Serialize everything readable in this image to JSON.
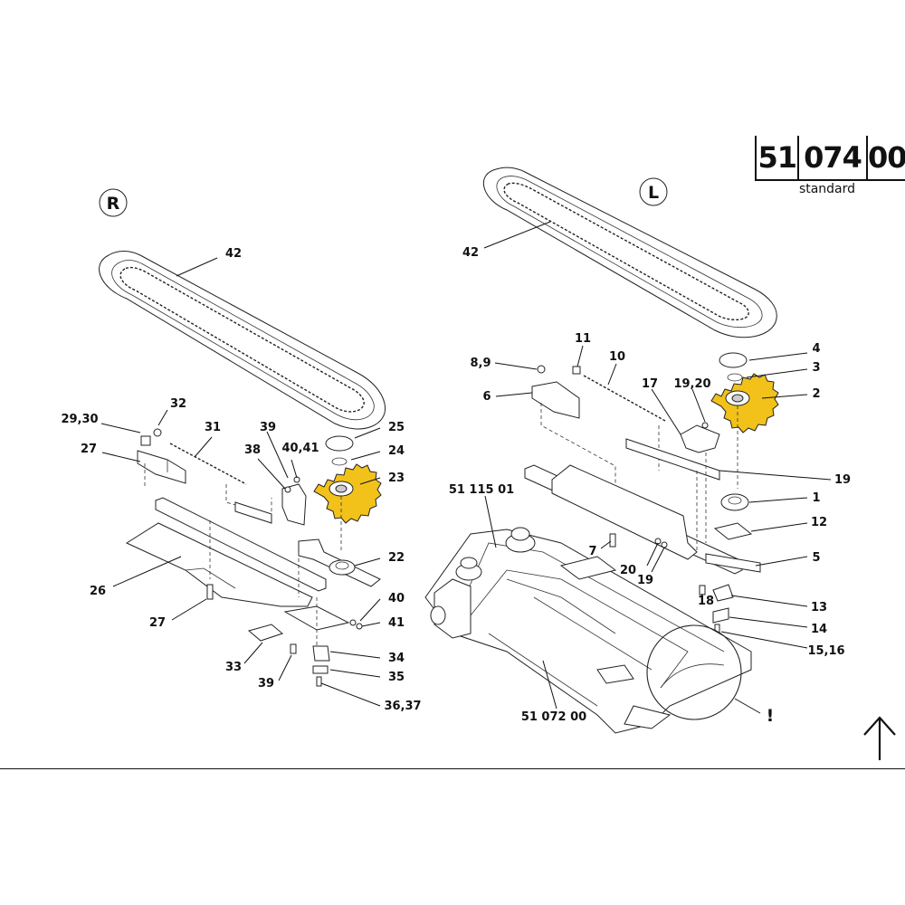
{
  "title_block": {
    "part_a": "51",
    "part_b": "074",
    "part_c": "00",
    "variant": "standard"
  },
  "sides": {
    "right": "R",
    "left": "L"
  },
  "labels_right": {
    "l42": "42",
    "l32": "32",
    "l2930": "29,30",
    "l31": "31",
    "l39a": "39",
    "l27a": "27",
    "l38": "38",
    "l4041a": "40,41",
    "l25": "25",
    "l24": "24",
    "l23": "23",
    "l22": "22",
    "l26": "26",
    "l27b": "27",
    "l40": "40",
    "l41": "41",
    "l33": "33",
    "l39b": "39",
    "l34": "34",
    "l35": "35",
    "l3637": "36,37"
  },
  "labels_left": {
    "l42": "42",
    "l11": "11",
    "l89": "8,9",
    "l10": "10",
    "l4": "4",
    "l3": "3",
    "l6": "6",
    "l17": "17",
    "l1920a": "19,20",
    "l2": "2",
    "l19a": "19",
    "l1": "1",
    "l5111501": "51 115 01",
    "l12": "12",
    "l7": "7",
    "l5": "5",
    "l20": "20",
    "l19b": "19",
    "l18": "18",
    "l13": "13",
    "l14": "14",
    "l1516": "15,16",
    "l5107200": "51 072 00",
    "excl": "!"
  },
  "icons": {
    "arrow": "north-arrow-icon"
  },
  "colors": {
    "highlight": "#f2c21b",
    "ink": "#111111"
  }
}
